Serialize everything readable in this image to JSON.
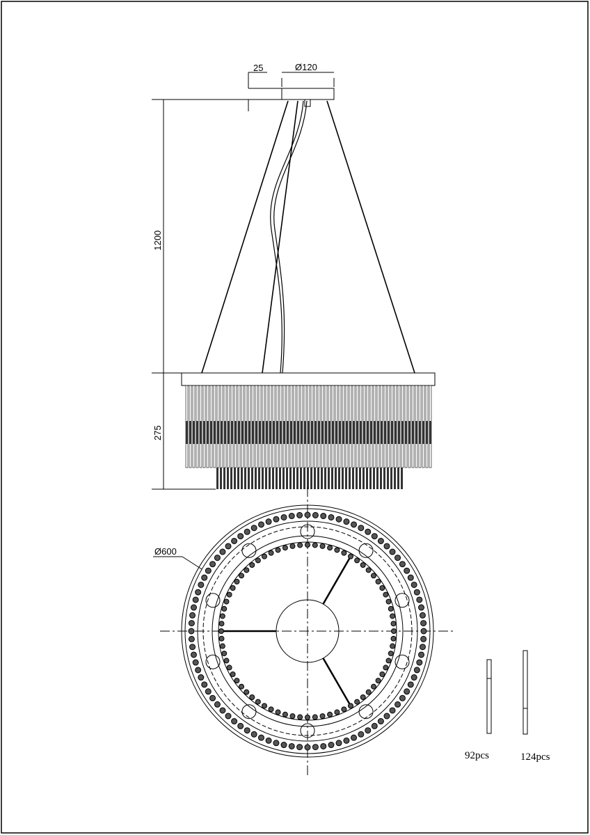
{
  "dimensions": {
    "canopy_height": "25",
    "canopy_diameter": "Ø120",
    "suspension_length": "1200",
    "body_height": "275",
    "body_diameter": "Ø600"
  },
  "parts": [
    {
      "label": "92pcs"
    },
    {
      "label": "124pcs"
    }
  ],
  "colors": {
    "line": "#000000",
    "background": "#ffffff"
  }
}
